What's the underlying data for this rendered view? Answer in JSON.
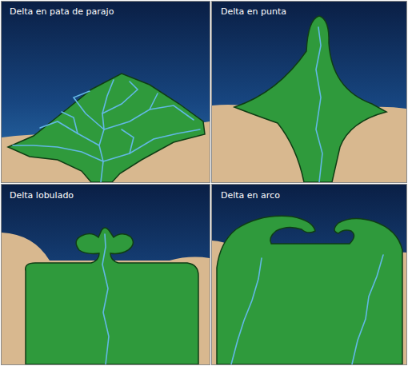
{
  "diagram": {
    "labels": [
      "Delta en pata de parajo",
      "Delta en punta",
      "Delta lobulado",
      "Delta en arco"
    ]
  }
}
